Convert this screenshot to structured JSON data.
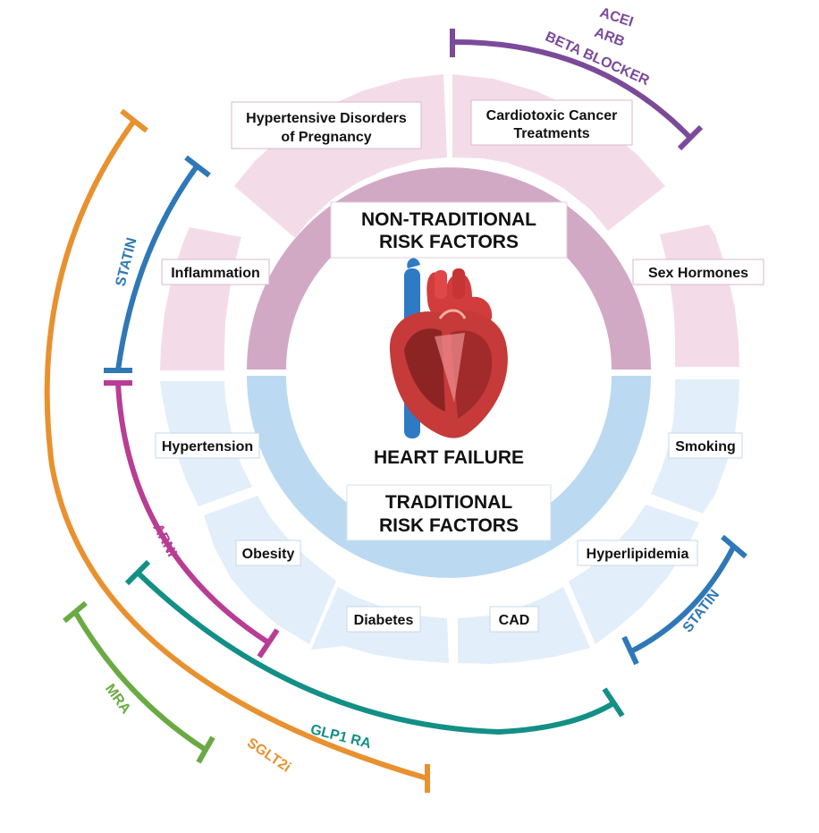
{
  "center": {
    "title": "HEART FAILURE",
    "heart_icon": "heart-anatomy-icon"
  },
  "groups": {
    "non_traditional": {
      "title_line1": "NON-TRADITIONAL",
      "title_line2": "RISK FACTORS",
      "color": "#d2a9c4",
      "outer_color": "#f3dce8",
      "items": {
        "hypertensive_line1": "Hypertensive Disorders",
        "hypertensive_line2": "of Pregnancy",
        "cardiotoxic_line1": "Cardiotoxic Cancer",
        "cardiotoxic_line2": "Treatments",
        "inflammation": "Inflammation",
        "sex_hormones": "Sex Hormones"
      }
    },
    "traditional": {
      "title_line1": "TRADITIONAL",
      "title_line2": "RISK FACTORS",
      "color": "#bcd9f2",
      "outer_color": "#e2eef9",
      "items": {
        "hypertension": "Hypertension",
        "obesity": "Obesity",
        "diabetes": "Diabetes",
        "cad": "CAD",
        "hyperlipidemia": "Hyperlipidemia",
        "smoking": "Smoking"
      }
    }
  },
  "therapies": {
    "acei": {
      "label": "ACEI",
      "color": "#7b4a9a"
    },
    "arb": {
      "label": "ARB",
      "color": "#7b4a9a"
    },
    "beta_blocker": {
      "label": "BETA BLOCKER",
      "color": "#7b4a9a"
    },
    "statin_left": {
      "label": "STATIN",
      "color": "#2f78b7"
    },
    "statin_right": {
      "label": "STATIN",
      "color": "#2f78b7"
    },
    "arni": {
      "label": "ARNI",
      "color": "#b83d94"
    },
    "glp1": {
      "label": "GLP1 RA",
      "color": "#138f86"
    },
    "mra": {
      "label": "MRA",
      "color": "#6aaa43"
    },
    "sglt2i": {
      "label": "SGLT2i",
      "color": "#e8912f"
    }
  }
}
